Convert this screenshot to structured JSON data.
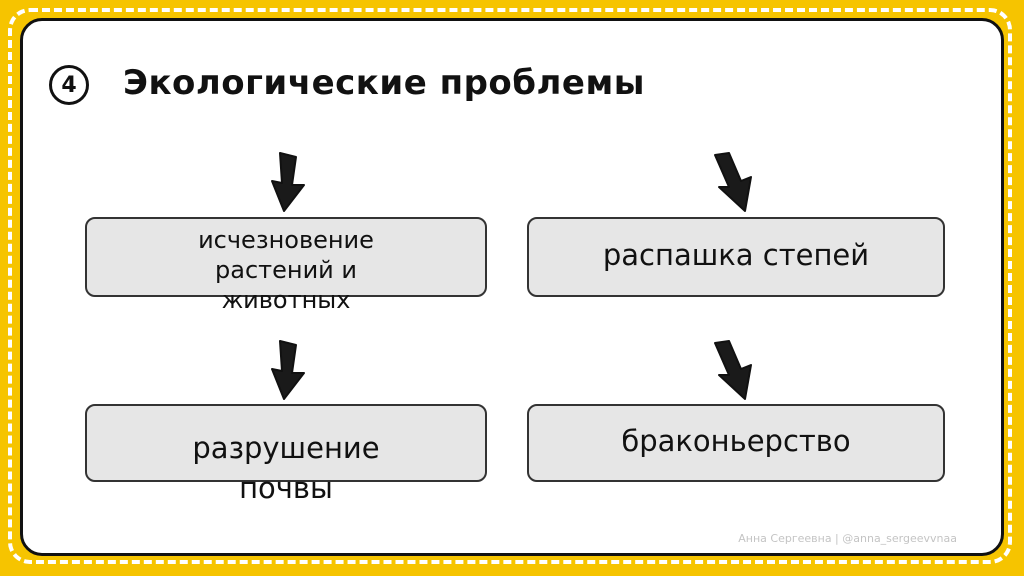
{
  "slide": {
    "number": "4",
    "title": "Экологические проблемы"
  },
  "boxes": [
    {
      "label": "исчезновение растений и животных"
    },
    {
      "label": "распашка степей"
    },
    {
      "label": "разрушение почвы"
    },
    {
      "label": "браконьерство"
    }
  ],
  "footer": {
    "watermark": "Анна Сергеевна | @anna_sergeevvnaa"
  },
  "colors": {
    "frame": "#f6c400",
    "box_fill": "#e6e6e6",
    "text": "#111111",
    "watermark": "#c4c4c4"
  }
}
